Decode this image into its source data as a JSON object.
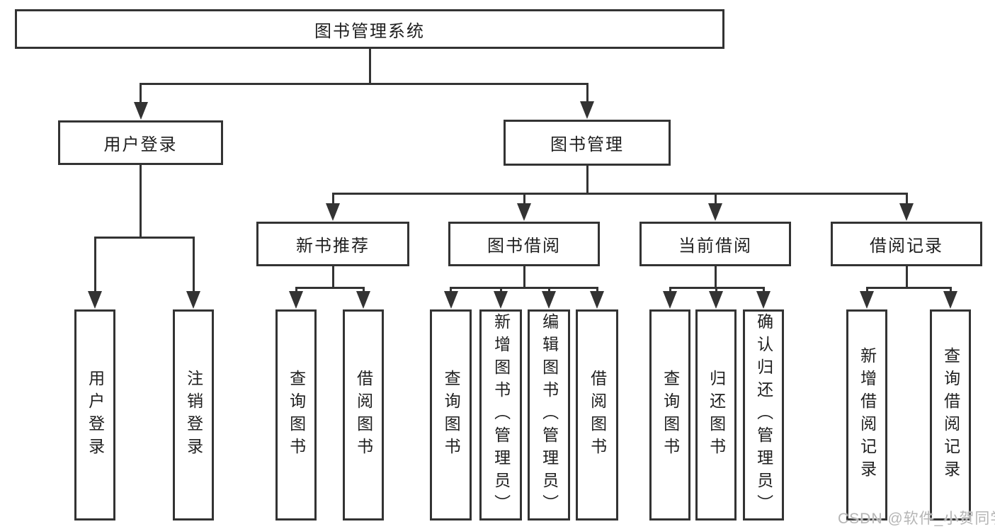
{
  "diagram": {
    "type": "tree",
    "title": "图书管理系统",
    "nodes": [
      {
        "id": "root",
        "label": "图书管理系统"
      },
      {
        "id": "user-login",
        "label": "用户登录"
      },
      {
        "id": "book-mgmt",
        "label": "图书管理"
      },
      {
        "id": "new-book-rec",
        "label": "新书推荐"
      },
      {
        "id": "book-borrow",
        "label": "图书借阅"
      },
      {
        "id": "current-borrow",
        "label": "当前借阅"
      },
      {
        "id": "borrow-records",
        "label": "借阅记录"
      },
      {
        "id": "leaf-user-login",
        "label": "用户登录"
      },
      {
        "id": "leaf-logout",
        "label": "注销登录"
      },
      {
        "id": "leaf-rec-query",
        "label": "查询图书"
      },
      {
        "id": "leaf-rec-borrow",
        "label": "借阅图书"
      },
      {
        "id": "leaf-bb-query",
        "label": "查询图书"
      },
      {
        "id": "leaf-bb-add",
        "label": "新增图书（管理员）"
      },
      {
        "id": "leaf-bb-edit",
        "label": "编辑图书（管理员）"
      },
      {
        "id": "leaf-bb-borrow",
        "label": "借阅图书"
      },
      {
        "id": "leaf-cb-query",
        "label": "查询图书"
      },
      {
        "id": "leaf-cb-return",
        "label": "归还图书"
      },
      {
        "id": "leaf-cb-confirm",
        "label": "确认归还（管理员）"
      },
      {
        "id": "leaf-br-add",
        "label": "新增借阅记录"
      },
      {
        "id": "leaf-br-query",
        "label": "查询借阅记录"
      }
    ],
    "edges": [
      {
        "from": "root",
        "to": "user-login"
      },
      {
        "from": "root",
        "to": "book-mgmt"
      },
      {
        "from": "user-login",
        "to": "leaf-user-login"
      },
      {
        "from": "user-login",
        "to": "leaf-logout"
      },
      {
        "from": "book-mgmt",
        "to": "new-book-rec"
      },
      {
        "from": "book-mgmt",
        "to": "book-borrow"
      },
      {
        "from": "book-mgmt",
        "to": "current-borrow"
      },
      {
        "from": "book-mgmt",
        "to": "borrow-records"
      },
      {
        "from": "new-book-rec",
        "to": "leaf-rec-query"
      },
      {
        "from": "new-book-rec",
        "to": "leaf-rec-borrow"
      },
      {
        "from": "book-borrow",
        "to": "leaf-bb-query"
      },
      {
        "from": "book-borrow",
        "to": "leaf-bb-add"
      },
      {
        "from": "book-borrow",
        "to": "leaf-bb-edit"
      },
      {
        "from": "book-borrow",
        "to": "leaf-bb-borrow"
      },
      {
        "from": "current-borrow",
        "to": "leaf-cb-query"
      },
      {
        "from": "current-borrow",
        "to": "leaf-cb-return"
      },
      {
        "from": "current-borrow",
        "to": "leaf-cb-confirm"
      },
      {
        "from": "borrow-records",
        "to": "leaf-br-add"
      },
      {
        "from": "borrow-records",
        "to": "leaf-br-query"
      }
    ]
  },
  "watermark": {
    "text": "CSDN @软件_小贺同学"
  },
  "colors": {
    "line": "#333333",
    "text": "#1f1f1f",
    "watermark": "#b5b5b5",
    "background": "#ffffff"
  }
}
